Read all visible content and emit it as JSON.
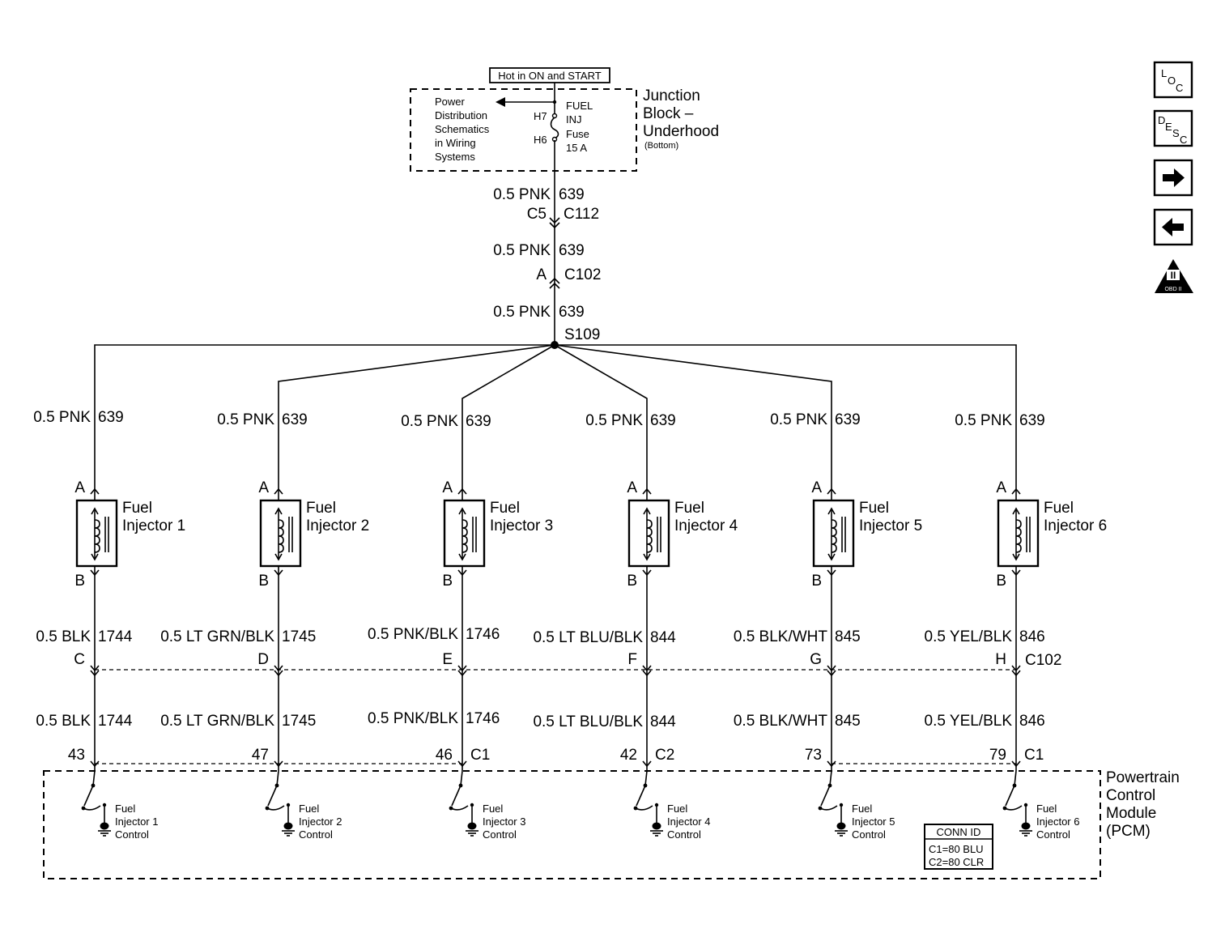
{
  "header": {
    "hot_label": "Hot in ON and START",
    "power_dist": [
      "Power",
      "Distribution",
      "Schematics",
      "in Wiring",
      "Systems"
    ],
    "fuse_pins": [
      "H7",
      "H6"
    ],
    "fuse_label": [
      "FUEL",
      "INJ",
      "Fuse",
      "15 A"
    ],
    "junction_block": [
      "Junction",
      "Block –",
      "Underhood"
    ],
    "junction_note": "(Bottom)"
  },
  "main_feed": [
    {
      "wire": "0.5 PNK",
      "circuit": "639",
      "pin": "C5",
      "connector": "C112"
    },
    {
      "wire": "0.5 PNK",
      "circuit": "639",
      "pin": "A",
      "connector": "C102"
    },
    {
      "wire": "0.5 PNK",
      "circuit": "639",
      "splice": "S109"
    }
  ],
  "injectors": [
    {
      "name": [
        "Fuel",
        "Injector 1"
      ],
      "pin_a": "A",
      "pin_b": "B",
      "feed_wire": "0.5 PNK",
      "feed_circuit": "639",
      "ctrl_wire": "0.5 BLK",
      "ctrl_circuit": "1744",
      "c102_pin": "C",
      "pcm_pin": "43",
      "pcm_conn": "",
      "pcm_label": [
        "Fuel",
        "Injector 1",
        "Control"
      ]
    },
    {
      "name": [
        "Fuel",
        "Injector 2"
      ],
      "pin_a": "A",
      "pin_b": "B",
      "feed_wire": "0.5 PNK",
      "feed_circuit": "639",
      "ctrl_wire": "0.5 LT GRN/BLK",
      "ctrl_circuit": "1745",
      "c102_pin": "D",
      "pcm_pin": "47",
      "pcm_conn": "",
      "pcm_label": [
        "Fuel",
        "Injector 2",
        "Control"
      ]
    },
    {
      "name": [
        "Fuel",
        "Injector 3"
      ],
      "pin_a": "A",
      "pin_b": "B",
      "feed_wire": "0.5 PNK",
      "feed_circuit": "639",
      "ctrl_wire": "0.5 PNK/BLK",
      "ctrl_circuit": "1746",
      "c102_pin": "E",
      "pcm_pin": "46",
      "pcm_conn": "C1",
      "pcm_label": [
        "Fuel",
        "Injector 3",
        "Control"
      ]
    },
    {
      "name": [
        "Fuel",
        "Injector 4"
      ],
      "pin_a": "A",
      "pin_b": "B",
      "feed_wire": "0.5 PNK",
      "feed_circuit": "639",
      "ctrl_wire": "0.5 LT BLU/BLK",
      "ctrl_circuit": "844",
      "c102_pin": "F",
      "pcm_pin": "42",
      "pcm_conn": "C2",
      "pcm_label": [
        "Fuel",
        "Injector 4",
        "Control"
      ]
    },
    {
      "name": [
        "Fuel",
        "Injector 5"
      ],
      "pin_a": "A",
      "pin_b": "B",
      "feed_wire": "0.5 PNK",
      "feed_circuit": "639",
      "ctrl_wire": "0.5 BLK/WHT",
      "ctrl_circuit": "845",
      "c102_pin": "G",
      "pcm_pin": "73",
      "pcm_conn": "",
      "pcm_label": [
        "Fuel",
        "Injector 5",
        "Control"
      ]
    },
    {
      "name": [
        "Fuel",
        "Injector 6"
      ],
      "pin_a": "A",
      "pin_b": "B",
      "feed_wire": "0.5 PNK",
      "feed_circuit": "639",
      "ctrl_wire": "0.5 YEL/BLK",
      "ctrl_circuit": "846",
      "c102_pin": "H",
      "pcm_pin": "79",
      "pcm_conn": "C1",
      "pcm_label": [
        "Fuel",
        "Injector 6",
        "Control"
      ]
    }
  ],
  "c102_connector": "C102",
  "pcm": {
    "title": [
      "Powertrain",
      "Control",
      "Module",
      "(PCM)"
    ],
    "conn_id_title": "CONN ID",
    "conn_id_lines": [
      "C1=80 BLU",
      "C2=80 CLR"
    ]
  },
  "side_buttons": {
    "loc": [
      "L",
      "O",
      "C"
    ],
    "desc": [
      "D",
      "E",
      "S",
      "C"
    ],
    "next": "right-arrow-icon",
    "prev": "left-arrow-icon",
    "obd": [
      "II",
      "OBD II"
    ]
  }
}
